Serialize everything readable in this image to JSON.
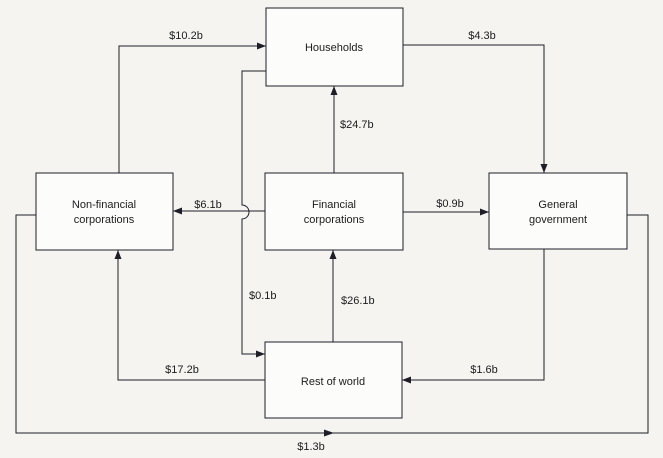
{
  "diagram": {
    "type": "flow-diagram",
    "nodes": [
      {
        "id": "households",
        "label": "Households",
        "lines": [
          "Households"
        ]
      },
      {
        "id": "non-financial",
        "label": "Non-financial corporations",
        "lines": [
          "Non-financial",
          "corporations"
        ]
      },
      {
        "id": "financial",
        "label": "Financial corporations",
        "lines": [
          "Financial",
          "corporations"
        ]
      },
      {
        "id": "general-government",
        "label": "General government",
        "lines": [
          "General",
          "government"
        ]
      },
      {
        "id": "rest-of-world",
        "label": "Rest of world",
        "lines": [
          "Rest of world"
        ]
      }
    ],
    "flows": [
      {
        "from": "Non-financial corporations",
        "to": "Households",
        "amount": "$10.2b"
      },
      {
        "from": "Households",
        "to": "General government",
        "amount": "$4.3b"
      },
      {
        "from": "Financial corporations",
        "to": "Households",
        "amount": "$24.7b"
      },
      {
        "from": "Financial corporations",
        "to": "Non-financial corporations",
        "amount": "$6.1b"
      },
      {
        "from": "Financial corporations",
        "to": "General government",
        "amount": "$0.9b"
      },
      {
        "from": "Households",
        "to": "Rest of world",
        "amount": "$0.1b"
      },
      {
        "from": "Rest of world",
        "to": "Financial corporations",
        "amount": "$26.1b"
      },
      {
        "from": "Rest of world",
        "to": "Non-financial corporations",
        "amount": "$17.2b"
      },
      {
        "from": "General government",
        "to": "Rest of world",
        "amount": "$1.6b"
      },
      {
        "from": "Non-financial corporations",
        "to": "General government",
        "amount": "$1.3b"
      }
    ],
    "colors": {
      "background": "#f5f4f1",
      "box_fill": "#fcfcfa",
      "line": "#1e1e28",
      "text": "#1c1c1c"
    }
  }
}
